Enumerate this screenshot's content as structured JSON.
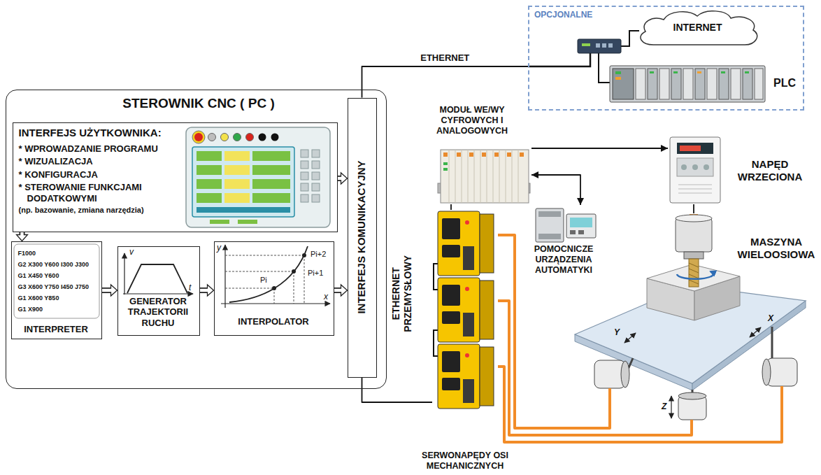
{
  "diagram": {
    "nodes": [
      {
        "text": [
          "STEROWNIK CNC ( PC )"
        ]
      },
      {
        "text": [
          "INTERFEJS UŻYTKOWNIKA:",
          "* WPROWADZANIE PROGRAMU",
          "* WIZUALIZACJA",
          "* KONFIGURACJA",
          "* STEROWANIE FUNKCJAMI DODATKOWYMI",
          "(np. bazowanie, zmiana narzędzia)"
        ],
        "in": 0
      },
      {
        "text": [
          "F1000",
          "G2 X300 Y600 I300 J300",
          "G1 X450 Y600",
          "G3 X600 Y750 I450 J750",
          "G1 X600 Y850",
          "G1 X900",
          "INTERPRETER"
        ],
        "in": 0
      },
      {
        "text": [
          "GENERATOR TRAJEKTORII RUCHU"
        ],
        "in": 0
      },
      {
        "text": [
          "INTERPOLATOR"
        ],
        "in": 0
      },
      {
        "text": [
          "INTERFEJS KOMUNIKACYJNY"
        ],
        "in": 0
      },
      {
        "text": [
          "OPCJONALNE"
        ]
      },
      {
        "text": [
          "INTERNET"
        ],
        "in": 6
      },
      {
        "text": [
          "PLC"
        ],
        "in": 6
      },
      {
        "text": [
          "MODUŁ WE/WY CYFROWYCH I ANALOGOWYCH"
        ]
      },
      {
        "text": [
          "NAPĘD WRZECIONA"
        ]
      },
      {
        "text": [
          "POMOCNICZE URZĄDZENIA AUTOMATYKI"
        ]
      },
      {
        "text": [
          "MASZYNA WIELOOSIOWA"
        ]
      },
      {
        "text": [
          "SERWONAPĘDY OSI MECHANICZNYCH"
        ]
      }
    ],
    "edges": [
      {
        "from": 1,
        "to": 2,
        "arrow": "to"
      },
      {
        "from": 1,
        "to": 5,
        "arrow": "to"
      },
      {
        "from": 2,
        "to": 3,
        "arrow": "to"
      },
      {
        "from": 3,
        "to": 4,
        "arrow": "to"
      },
      {
        "from": 4,
        "to": 5,
        "arrow": "to"
      },
      {
        "from": 5,
        "to": 6,
        "label": "ETHERNET",
        "arrow": "none"
      },
      {
        "from": 5,
        "to": 13,
        "arrow": "none"
      },
      {
        "from": 9,
        "to": 10,
        "arrow": "to"
      },
      {
        "from": 9,
        "to": 11,
        "arrow": "both"
      },
      {
        "from": 9,
        "to": 13,
        "arrow": "none"
      },
      {
        "from": 10,
        "to": 12,
        "arrow": "none"
      },
      {
        "from": 13,
        "to": 12,
        "arrow": "none"
      },
      {
        "from": 13,
        "to": 12,
        "arrow": "none"
      },
      {
        "from": 13,
        "to": 12,
        "arrow": "none"
      }
    ],
    "labels": [
      "v",
      "t",
      "y",
      "x",
      "Pi",
      "Pi+1",
      "Pi+2",
      "ETHERNET PRZEMYSŁOWY",
      "Y",
      "Z",
      "X"
    ]
  }
}
